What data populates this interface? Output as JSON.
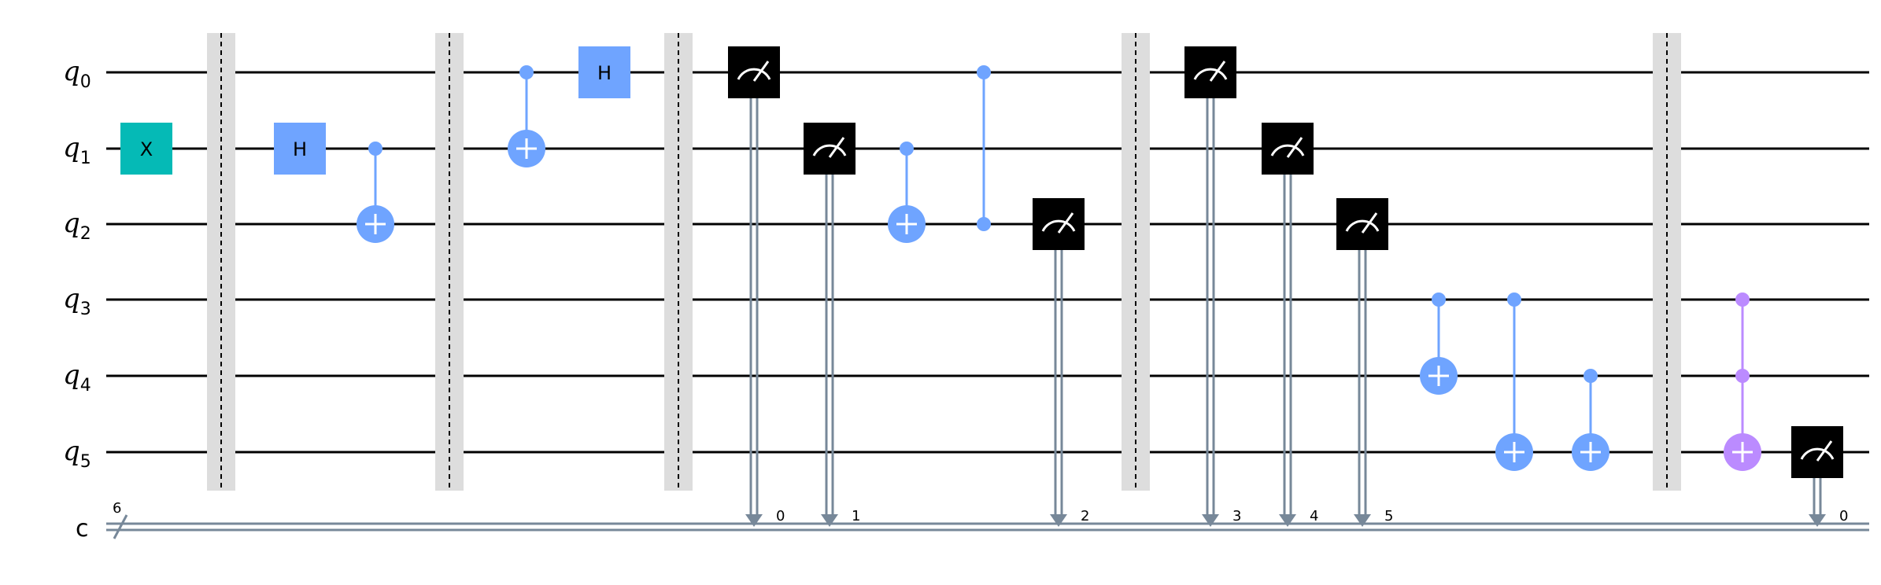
{
  "qubit_labels": [
    {
      "name": "q",
      "sub": "0"
    },
    {
      "name": "q",
      "sub": "1"
    },
    {
      "name": "q",
      "sub": "2"
    },
    {
      "name": "q",
      "sub": "3"
    },
    {
      "name": "q",
      "sub": "4"
    },
    {
      "name": "q",
      "sub": "5"
    }
  ],
  "classical": {
    "label": "c",
    "size": "6"
  },
  "colors": {
    "x_gate": "#05bab6",
    "h_gate": "#6fa4ff",
    "cx": "#6fa4ff",
    "ccx": "#bb8bff",
    "measure": "#000000",
    "classical_wire": "#778899"
  },
  "operations": [
    {
      "type": "x",
      "qubit": 1,
      "label": "X",
      "col": 0
    },
    {
      "type": "barrier",
      "col": 1
    },
    {
      "type": "h",
      "qubit": 1,
      "label": "H",
      "col": 2
    },
    {
      "type": "cx",
      "control": 1,
      "target": 2,
      "col": 3
    },
    {
      "type": "barrier",
      "col": 4
    },
    {
      "type": "cx",
      "control": 0,
      "target": 1,
      "col": 5
    },
    {
      "type": "h",
      "qubit": 0,
      "label": "H",
      "col": 6
    },
    {
      "type": "barrier",
      "col": 7
    },
    {
      "type": "measure",
      "qubit": 0,
      "clbit": "0",
      "col": 8
    },
    {
      "type": "measure",
      "qubit": 1,
      "clbit": "1",
      "col": 9
    },
    {
      "type": "cx",
      "control": 1,
      "target": 2,
      "col": 10
    },
    {
      "type": "cz",
      "control": 0,
      "target": 2,
      "col": 11
    },
    {
      "type": "measure",
      "qubit": 2,
      "clbit": "2",
      "col": 12
    },
    {
      "type": "barrier",
      "col": 13
    },
    {
      "type": "measure",
      "qubit": 0,
      "clbit": "3",
      "col": 14
    },
    {
      "type": "measure",
      "qubit": 1,
      "clbit": "4",
      "col": 15
    },
    {
      "type": "measure",
      "qubit": 2,
      "clbit": "5",
      "col": 16
    },
    {
      "type": "cx",
      "control": 3,
      "target": 4,
      "col": 17
    },
    {
      "type": "cx",
      "control": 3,
      "target": 5,
      "col": 18
    },
    {
      "type": "cx",
      "control": 4,
      "target": 5,
      "col": 19
    },
    {
      "type": "barrier",
      "col": 20
    },
    {
      "type": "ccx",
      "controls": [
        3,
        4
      ],
      "target": 5,
      "col": 21
    },
    {
      "type": "measure",
      "qubit": 5,
      "clbit": "0",
      "col": 22
    }
  ]
}
